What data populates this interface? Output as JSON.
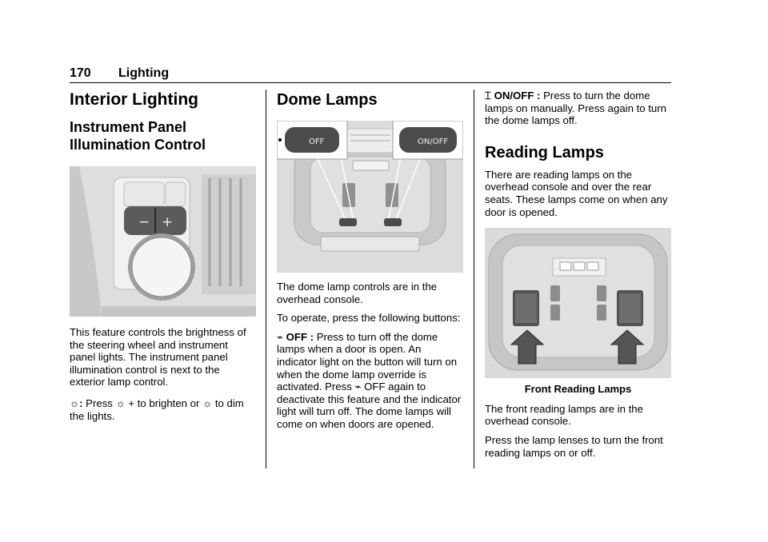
{
  "header": {
    "page_number": "170",
    "section": "Lighting"
  },
  "col1": {
    "title": "Interior Lighting",
    "subtitle": "Instrument Panel Illumination Control",
    "photo_labels": {
      "minus": "−",
      "plus": "+"
    },
    "para1": "This feature controls the brightness of the steering wheel and instrument panel lights. The instrument panel illumination control is next to the exterior lamp control.",
    "p2_sep": ":",
    "p2_a": "Press",
    "p2_b": "+ to brighten or",
    "p2_c": "to dim the lights."
  },
  "col2": {
    "title": "Dome Lamps",
    "photo_labels": {
      "off": "OFF",
      "on_off": "ON/OFF"
    },
    "para1": "The dome lamp controls are in the overhead console.",
    "para2": "To operate, press the following buttons:",
    "off_label": "OFF :",
    "para3a": "Press to turn off the dome lamps when a door is open. An indicator light on the button will turn on when the dome lamp override is activated. Press",
    "para3b": "OFF again to deactivate this feature and the indicator light will turn off. The dome lamps will come on when doors are opened."
  },
  "col3": {
    "onoff_label": "ON/OFF :",
    "para1": "Press to turn the dome lamps on manually. Press again to turn the dome lamps off.",
    "title": "Reading Lamps",
    "para2": "There are reading lamps on the overhead console and over the rear seats. These lamps come on when any door is opened.",
    "caption": "Front Reading Lamps",
    "para3": "The front reading lamps are in the overhead console.",
    "para4": "Press the lamp lenses to turn the front reading lamps on or off."
  }
}
